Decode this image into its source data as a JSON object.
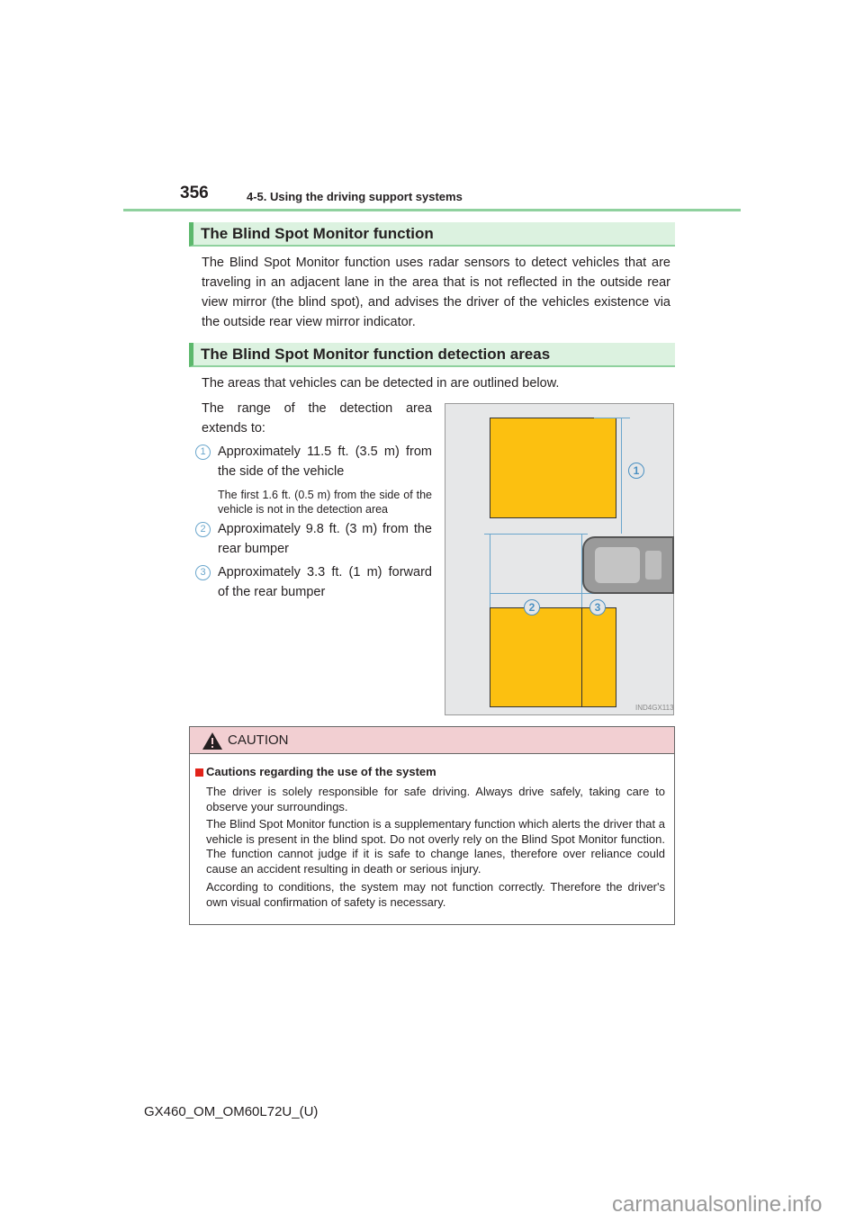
{
  "header": {
    "page_number": "356",
    "section": "4-5. Using the driving support systems"
  },
  "section1": {
    "title": "The Blind Spot Monitor function",
    "body": "The Blind Spot Monitor function uses radar sensors to detect vehicles that are traveling in an adjacent lane in the area that is not reflected in the outside rear view mirror (the blind spot), and advises the driver of the vehicles existence via the outside rear view mirror indicator."
  },
  "section2": {
    "title": "The Blind Spot Monitor function detection areas",
    "intro": "The areas that vehicles can be detected in are outlined below.",
    "range_intro": "The range of the detection area extends to:",
    "items": [
      {
        "num": "1",
        "text": "Approximately 11.5 ft. (3.5 m) from the side of the vehicle",
        "note": "The first 1.6 ft. (0.5 m) from the side of the vehicle is not in the detection area"
      },
      {
        "num": "2",
        "text": "Approximately 9.8 ft. (3 m) from the rear bumper"
      },
      {
        "num": "3",
        "text": "Approximately 3.3 ft. (1 m) forward of the rear bumper"
      }
    ],
    "diagram": {
      "labels": [
        "1",
        "2",
        "3"
      ],
      "code": "IND4GX113"
    }
  },
  "caution": {
    "title": "CAUTION",
    "heading": "Cautions regarding the use of the system",
    "paragraphs": [
      "The driver is solely responsible for safe driving. Always drive safely, taking care to observe your surroundings.",
      "The Blind Spot Monitor function is a supplementary function which alerts the driver that a vehicle is present in the blind spot. Do not overly rely on the Blind Spot Monitor function. The function cannot judge if it is safe to change lanes, therefore over reliance could cause an accident resulting in death or serious injury.",
      "According to conditions, the system may not function correctly. Therefore the driver's own visual confirmation of safety is necessary."
    ]
  },
  "footer": {
    "doc_code": "GX460_OM_OM60L72U_(U)",
    "watermark": "carmanualsonline.info"
  }
}
